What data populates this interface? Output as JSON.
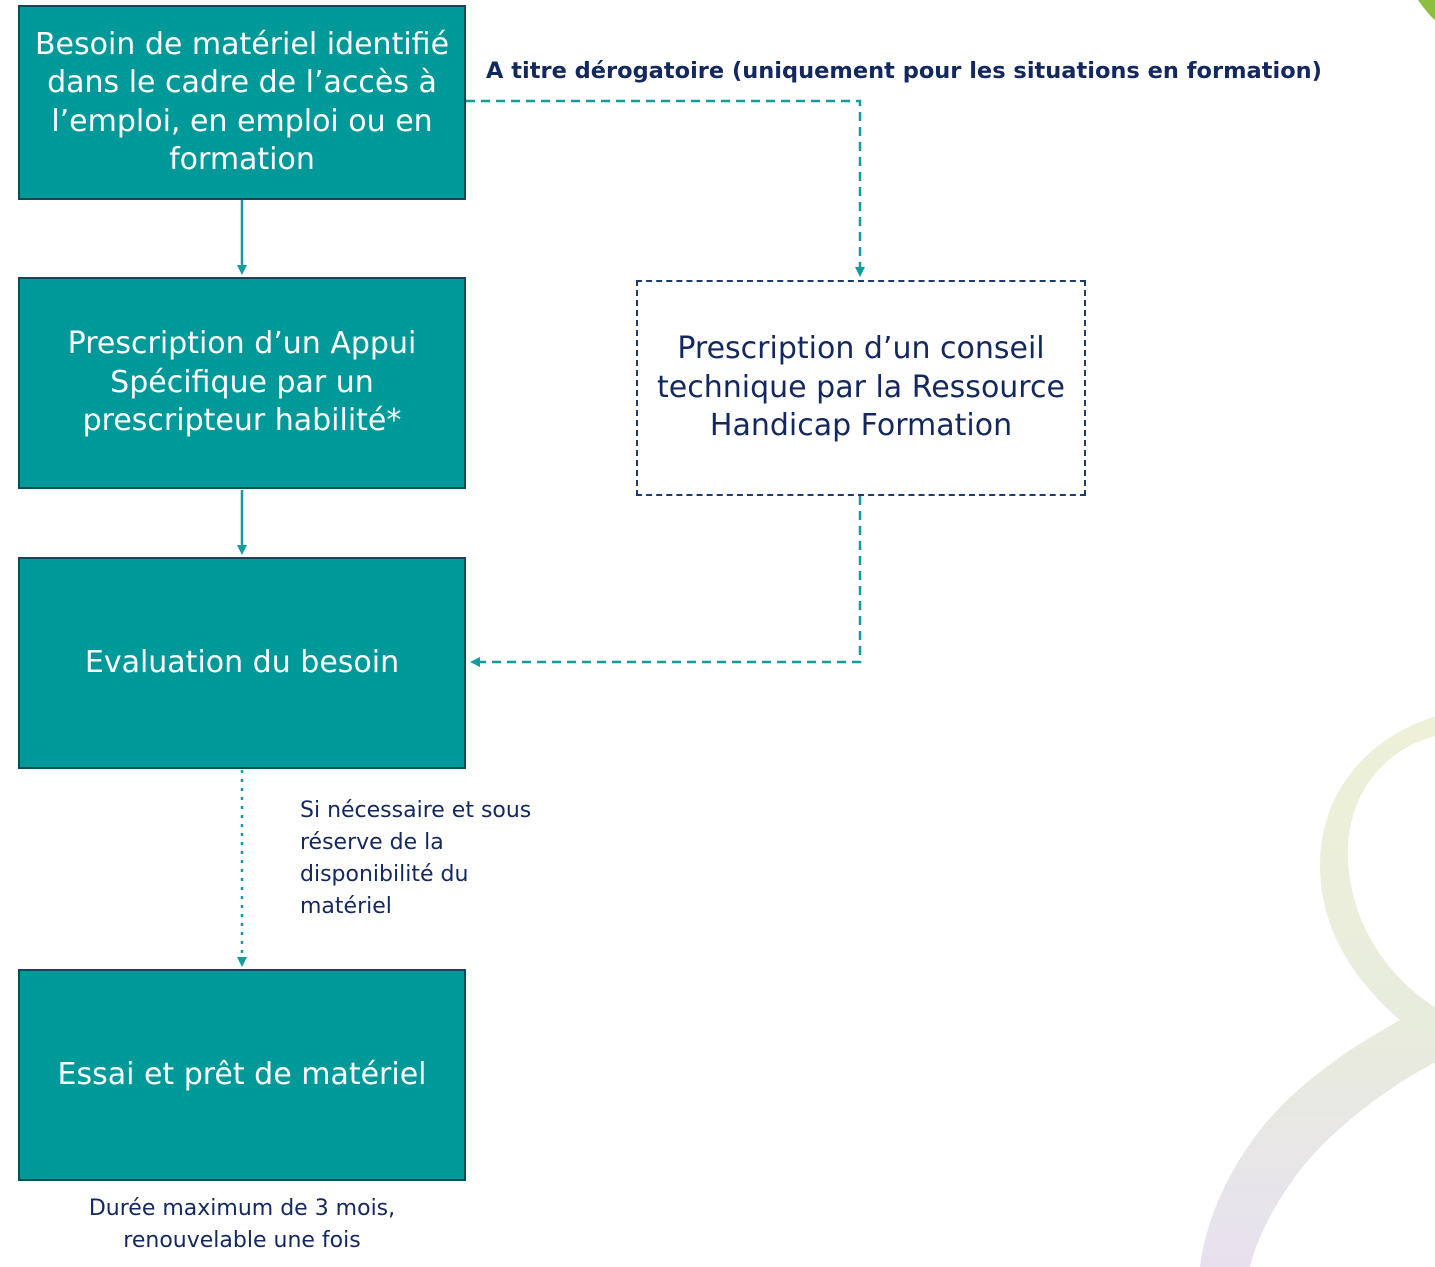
{
  "nodes": {
    "besoin": "Besoin de matériel identifié dans le cadre de l’accès à l’emploi, en emploi ou en formation",
    "prescription_appui": "Prescription d’un Appui Spécifique par un prescripteur habilité*",
    "evaluation": "Evaluation du besoin",
    "essai": "Essai et prêt de matériel",
    "conseil_technique": "Prescription d’un conseil technique par la Ressource Handicap Formation"
  },
  "labels": {
    "derogation": "A titre dérogatoire (uniquement pour les situations en formation)",
    "condition": "Si nécessaire et sous réserve de la disponibilité du matériel",
    "duree": "Durée maximum de 3 mois, renouvelable une fois"
  },
  "colors": {
    "box_fill": "#009999",
    "box_border": "#0c4a56",
    "arrow": "#139c9c",
    "text_dark": "#13285f"
  }
}
